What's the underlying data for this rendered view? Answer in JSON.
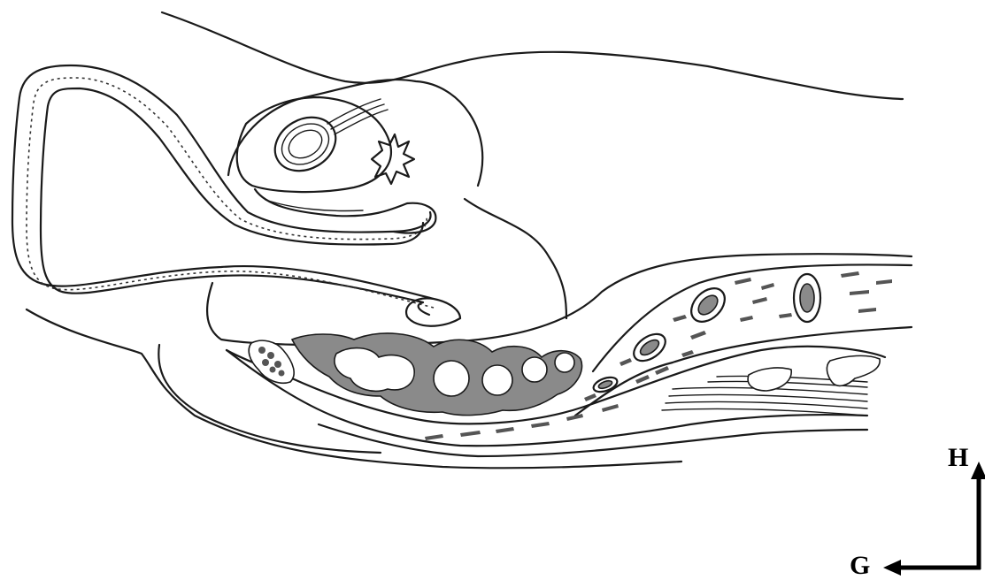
{
  "figure": {
    "type": "anatomical line drawing",
    "background": "#ffffff",
    "line_color": "#1a1a1a",
    "fill_grey": "#8a8a8a"
  },
  "orientation_axes": {
    "vertical_label": "H",
    "horizontal_label": "G",
    "arrow_color": "#000000"
  }
}
